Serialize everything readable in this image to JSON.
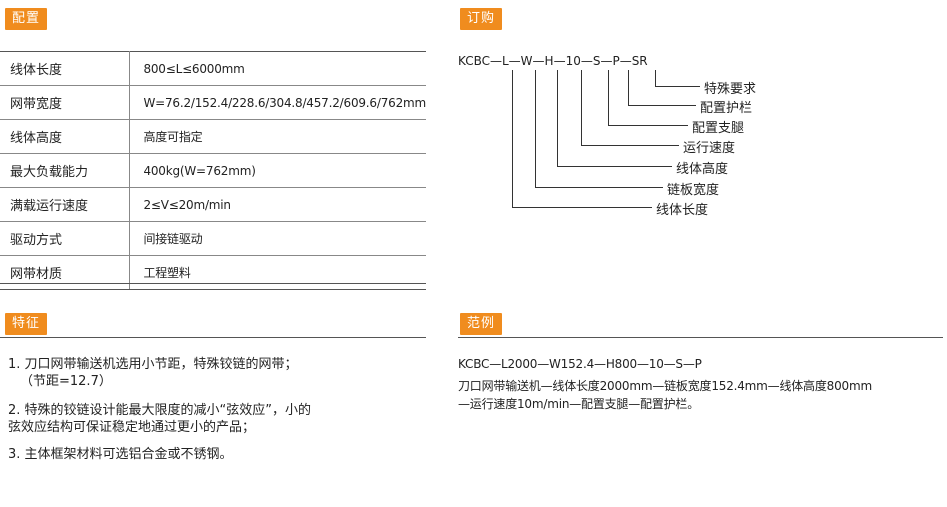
{
  "sections": {
    "config": "配置",
    "order": "订购",
    "features": "特征",
    "example": "范例"
  },
  "spec_table": [
    {
      "label": "线体长度",
      "value": "800≤L≤6000mm"
    },
    {
      "label": "网带宽度",
      "value": "W=76.2/152.4/228.6/304.8/457.2/609.6/762mm"
    },
    {
      "label": "线体高度",
      "value": "高度可指定"
    },
    {
      "label": "最大负载能力",
      "value": "400kg(W=762mm)"
    },
    {
      "label": "满载运行速度",
      "value": "2≤V≤20m/min"
    },
    {
      "label": "驱动方式",
      "value": "间接链驱动"
    },
    {
      "label": "网带材质",
      "value": "工程塑料"
    }
  ],
  "order": {
    "code": "KCBC—L—W—H—10—S—P—SR",
    "labels": [
      "特殊要求",
      "配置护栏",
      "配置支腿",
      "运行速度",
      "线体高度",
      "链板宽度",
      "线体长度"
    ]
  },
  "features": [
    "1. 刀口网带输送机选用小节距，特殊铰链的网带；",
    "（节距=12.7）",
    "2. 特殊的铰链设计能最大限度的减小“弦效应”，小的",
    "弦效应结构可保证稳定地通过更小的产品；",
    "3. 主体框架材料可选铝合金或不锈钢。"
  ],
  "example": {
    "code": "KCBC—L2000—W152.4—H800—10—S—P",
    "line1": "刀口网带输送机—线体长度2000mm—链板宽度152.4mm—线体高度800mm",
    "line2": "—运行速度10m/min—配置支腿—配置护栏。"
  },
  "colors": {
    "accent": "#f08c1e"
  }
}
